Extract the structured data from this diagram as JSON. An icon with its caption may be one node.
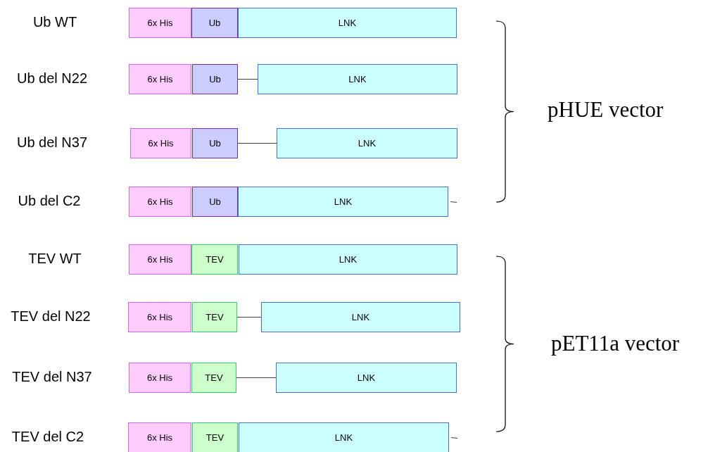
{
  "diagram": {
    "nodes": [
      {
        "text": [
          "6x His"
        ]
      },
      {
        "text": [
          "Ub"
        ]
      },
      {
        "text": [
          "LNK"
        ]
      },
      {
        "text": [
          "6x His"
        ]
      },
      {
        "text": [
          "Ub"
        ]
      },
      {
        "text": [
          "LNK"
        ]
      },
      {
        "text": [
          "6x His"
        ]
      },
      {
        "text": [
          "Ub"
        ]
      },
      {
        "text": [
          "LNK"
        ]
      },
      {
        "text": [
          "6x His"
        ]
      },
      {
        "text": [
          "Ub"
        ]
      },
      {
        "text": [
          "LNK"
        ]
      },
      {
        "text": [
          "6x His"
        ]
      },
      {
        "text": [
          "TEV"
        ]
      },
      {
        "text": [
          "LNK"
        ]
      },
      {
        "text": [
          "6x His"
        ]
      },
      {
        "text": [
          "TEV"
        ]
      },
      {
        "text": [
          "LNK"
        ]
      },
      {
        "text": [
          "6x His"
        ]
      },
      {
        "text": [
          "TEV"
        ]
      },
      {
        "text": [
          "LNK"
        ]
      },
      {
        "text": [
          "6x His"
        ]
      },
      {
        "text": [
          "TEV"
        ]
      },
      {
        "text": [
          "LNK"
        ]
      }
    ],
    "edges": [
      {
        "from": 4,
        "to": 5,
        "arrow": "none"
      },
      {
        "from": 7,
        "to": 8,
        "arrow": "none"
      },
      {
        "from": 11,
        "to": null,
        "arrow": "none"
      },
      {
        "from": 16,
        "to": 17,
        "arrow": "none"
      },
      {
        "from": 19,
        "to": 20,
        "arrow": "none"
      },
      {
        "from": 23,
        "to": null,
        "arrow": "none"
      }
    ],
    "labels": [
      "Ub WT",
      "Ub del N22",
      "Ub del N37",
      "Ub del C2",
      "TEV WT",
      "TEV del N22",
      "TEV del N37",
      "TEV del C2",
      "pHUE vector",
      "pET11a vector"
    ]
  }
}
